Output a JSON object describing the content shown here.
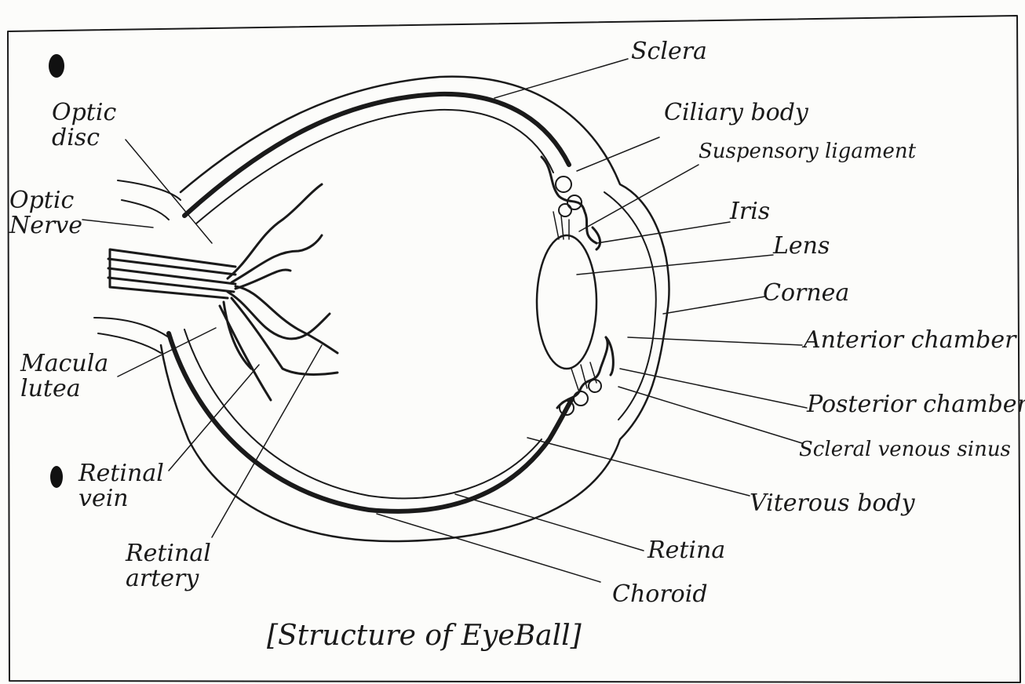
{
  "labels": {
    "optic_disc": "Optic\ndisc",
    "optic_nerve": "Optic\nNerve",
    "macula_lutea": "Macula\nlutea",
    "retinal_vein": "Retinal\nvein",
    "retinal_artery": "Retinal\nartery",
    "sclera": "Sclera",
    "ciliary_body": "Ciliary body",
    "suspensory_ligament": "Suspensory ligament",
    "iris": "Iris",
    "lens": "Lens",
    "cornea": "Cornea",
    "anterior_chamber": "Anterior chamber",
    "posterior_chamber": "Posterior chamber",
    "scleral_venous_sinus": "Scleral venous sinus",
    "viterous_body": "Viterous body",
    "retina": "Retina",
    "choroid": "Choroid"
  },
  "caption": "[Structure of EyeBall]",
  "colors": {
    "ink": "#1a1a1a",
    "paper": "#fcfcfa"
  }
}
